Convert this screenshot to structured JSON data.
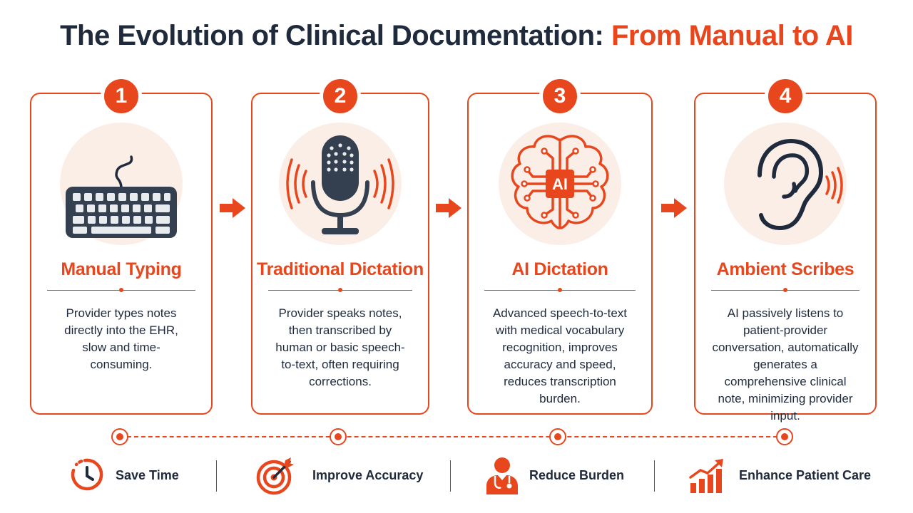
{
  "title": {
    "main": "The Evolution of Clinical Documentation: ",
    "accent": "From Manual to AI"
  },
  "stages": [
    {
      "number": "1",
      "icon": "keyboard-icon",
      "title": "Manual Typing",
      "description": "Provider types notes directly into the EHR, slow and time-consuming."
    },
    {
      "number": "2",
      "icon": "microphone-icon",
      "title": "Traditional Dictation",
      "description": "Provider speaks notes, then transcribed by human or basic speech-to-text, often requiring corrections."
    },
    {
      "number": "3",
      "icon": "ai-brain-icon",
      "icon_text": "AI",
      "title": "AI Dictation",
      "description": "Advanced speech-to-text with medical vocabulary recognition, improves accuracy and speed, reduces transcription burden."
    },
    {
      "number": "4",
      "icon": "ear-icon",
      "title": "Ambient Scribes",
      "description": "AI passively listens to patient-provider conversation, automatically generates a comprehensive clinical note, minimizing provider input."
    }
  ],
  "benefits": [
    {
      "icon": "clock-icon",
      "label": "Save Time"
    },
    {
      "icon": "target-icon",
      "label": "Improve Accuracy"
    },
    {
      "icon": "doctor-icon",
      "label": "Reduce Burden"
    },
    {
      "icon": "growth-chart-icon",
      "label": "Enhance Patient Care"
    }
  ],
  "colors": {
    "accent": "#e8471e",
    "dark": "#1f2a3c",
    "icon_background": "#fbeee7"
  }
}
